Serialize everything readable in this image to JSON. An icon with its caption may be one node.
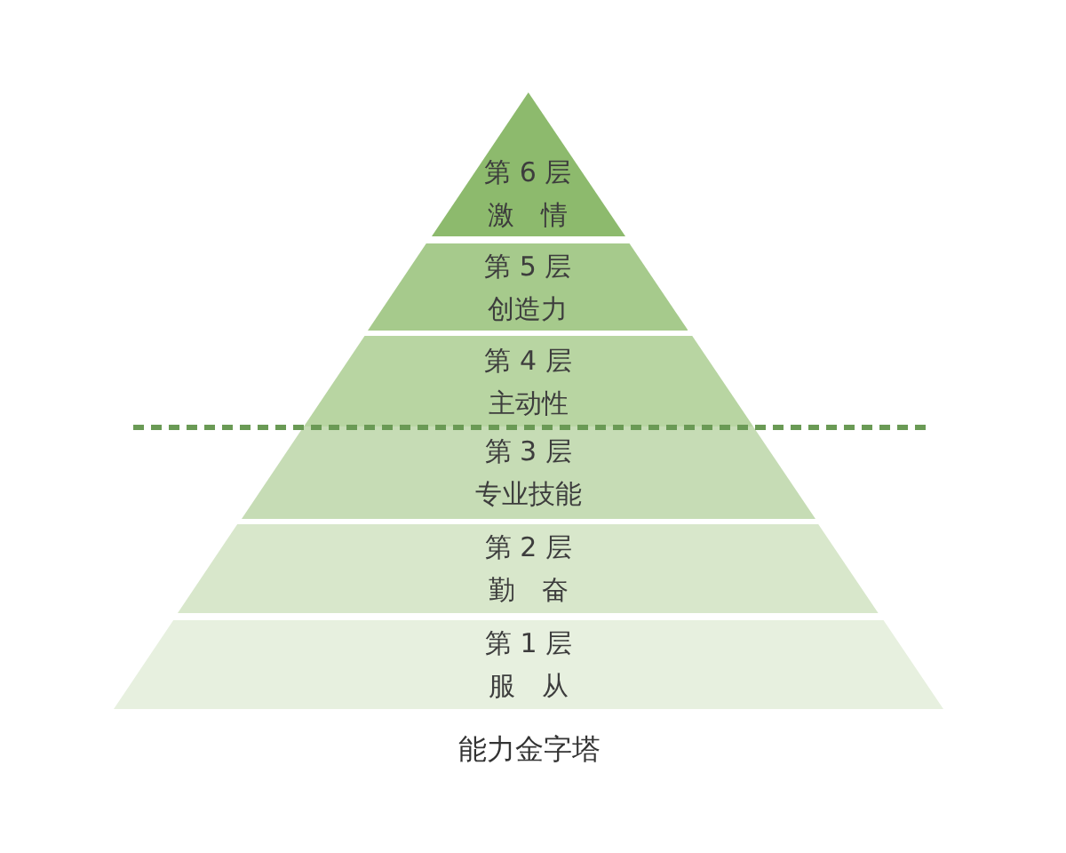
{
  "diagram": {
    "caption": "能力金字塔",
    "nodes": [
      {
        "text": [
          "第 6 层",
          "激　情"
        ]
      },
      {
        "text": [
          "第 5 层",
          "创造力"
        ]
      },
      {
        "text": [
          "第 4 层",
          "主动性"
        ]
      },
      {
        "text": [
          "第 3 层",
          "专业技能"
        ]
      },
      {
        "text": [
          "第 2 层",
          "勤　奋"
        ]
      },
      {
        "text": [
          "第 1 层",
          "服　从"
        ]
      }
    ]
  }
}
